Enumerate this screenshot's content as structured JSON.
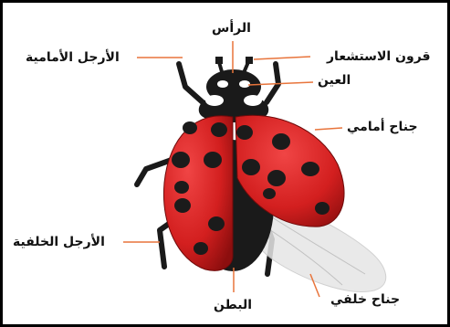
{
  "labels": {
    "head": "الرأس",
    "antennae": "قرون الاستشعار",
    "front_legs": "الأرجل الأمامية",
    "eye": "العين",
    "front_wing": "جناح أمامي",
    "hind_legs": "الأرجل الخلفية",
    "hind_wing": "جناح خلفي",
    "abdomen": "البطن"
  },
  "colors": {
    "shell_red": "#d31f1f",
    "shell_dark": "#8c0e0e",
    "spot": "#1b1b1b",
    "body": "#1a1a1a",
    "leader_line": "#e8743b",
    "frame": "#000000"
  }
}
